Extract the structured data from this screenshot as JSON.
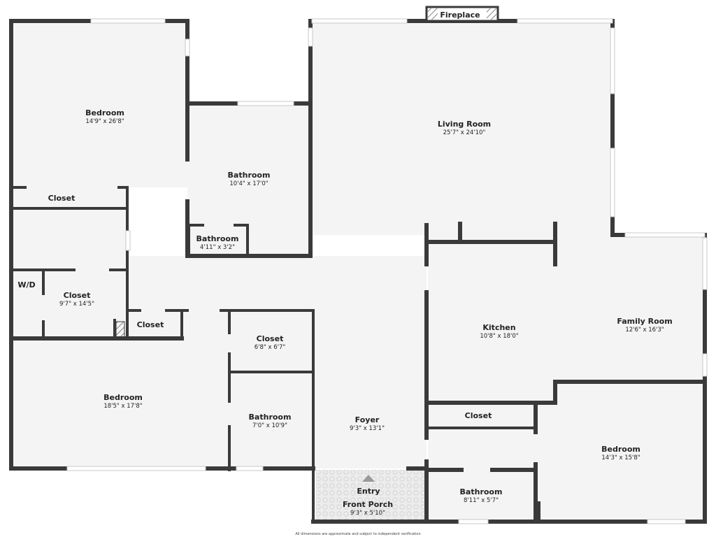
{
  "rooms": [
    {
      "id": "bedroom-nw",
      "name": "Bedroom",
      "dim": "14'9\" x 26'8\""
    },
    {
      "id": "bathroom-n",
      "name": "Bathroom",
      "dim": "10'4\" x 17'0\""
    },
    {
      "id": "bathroom-small",
      "name": "Bathroom",
      "dim": "4'11\" x 3'2\""
    },
    {
      "id": "closet-nw",
      "name": "Closet",
      "dim": ""
    },
    {
      "id": "wd",
      "name": "W/D",
      "dim": ""
    },
    {
      "id": "closet-w",
      "name": "Closet",
      "dim": "9'7\" x 14'5\""
    },
    {
      "id": "closet-mid",
      "name": "Closet",
      "dim": ""
    },
    {
      "id": "closet-center",
      "name": "Closet",
      "dim": "6'8\" x 6'7\""
    },
    {
      "id": "bedroom-sw",
      "name": "Bedroom",
      "dim": "18'5\" x 17'8\""
    },
    {
      "id": "bathroom-s",
      "name": "Bathroom",
      "dim": "7'0\" x 10'9\""
    },
    {
      "id": "foyer",
      "name": "Foyer",
      "dim": "9'3\" x 13'1\""
    },
    {
      "id": "living",
      "name": "Living Room",
      "dim": "25'7\" x 24'10\""
    },
    {
      "id": "kitchen",
      "name": "Kitchen",
      "dim": "10'8\" x 18'0\""
    },
    {
      "id": "family",
      "name": "Family Room",
      "dim": "12'6\" x 16'3\""
    },
    {
      "id": "closet-se",
      "name": "Closet",
      "dim": ""
    },
    {
      "id": "bedroom-se",
      "name": "Bedroom",
      "dim": "14'3\" x 15'8\""
    },
    {
      "id": "bathroom-se",
      "name": "Bathroom",
      "dim": "8'11\" x 5'7\""
    },
    {
      "id": "porch",
      "name": "Front Porch",
      "dim": "9'3\" x 5'10\""
    }
  ],
  "labels": {
    "fireplace": "Fireplace",
    "entry": "Entry",
    "footnote": "All dimensions are approximate and subject to independent verification"
  },
  "colors": {
    "wall": "#3a3a3a",
    "floor": "#f4f4f4",
    "porch": "#e6e6e6"
  },
  "icons": {
    "entry_marker": "entry-arrow-icon"
  }
}
